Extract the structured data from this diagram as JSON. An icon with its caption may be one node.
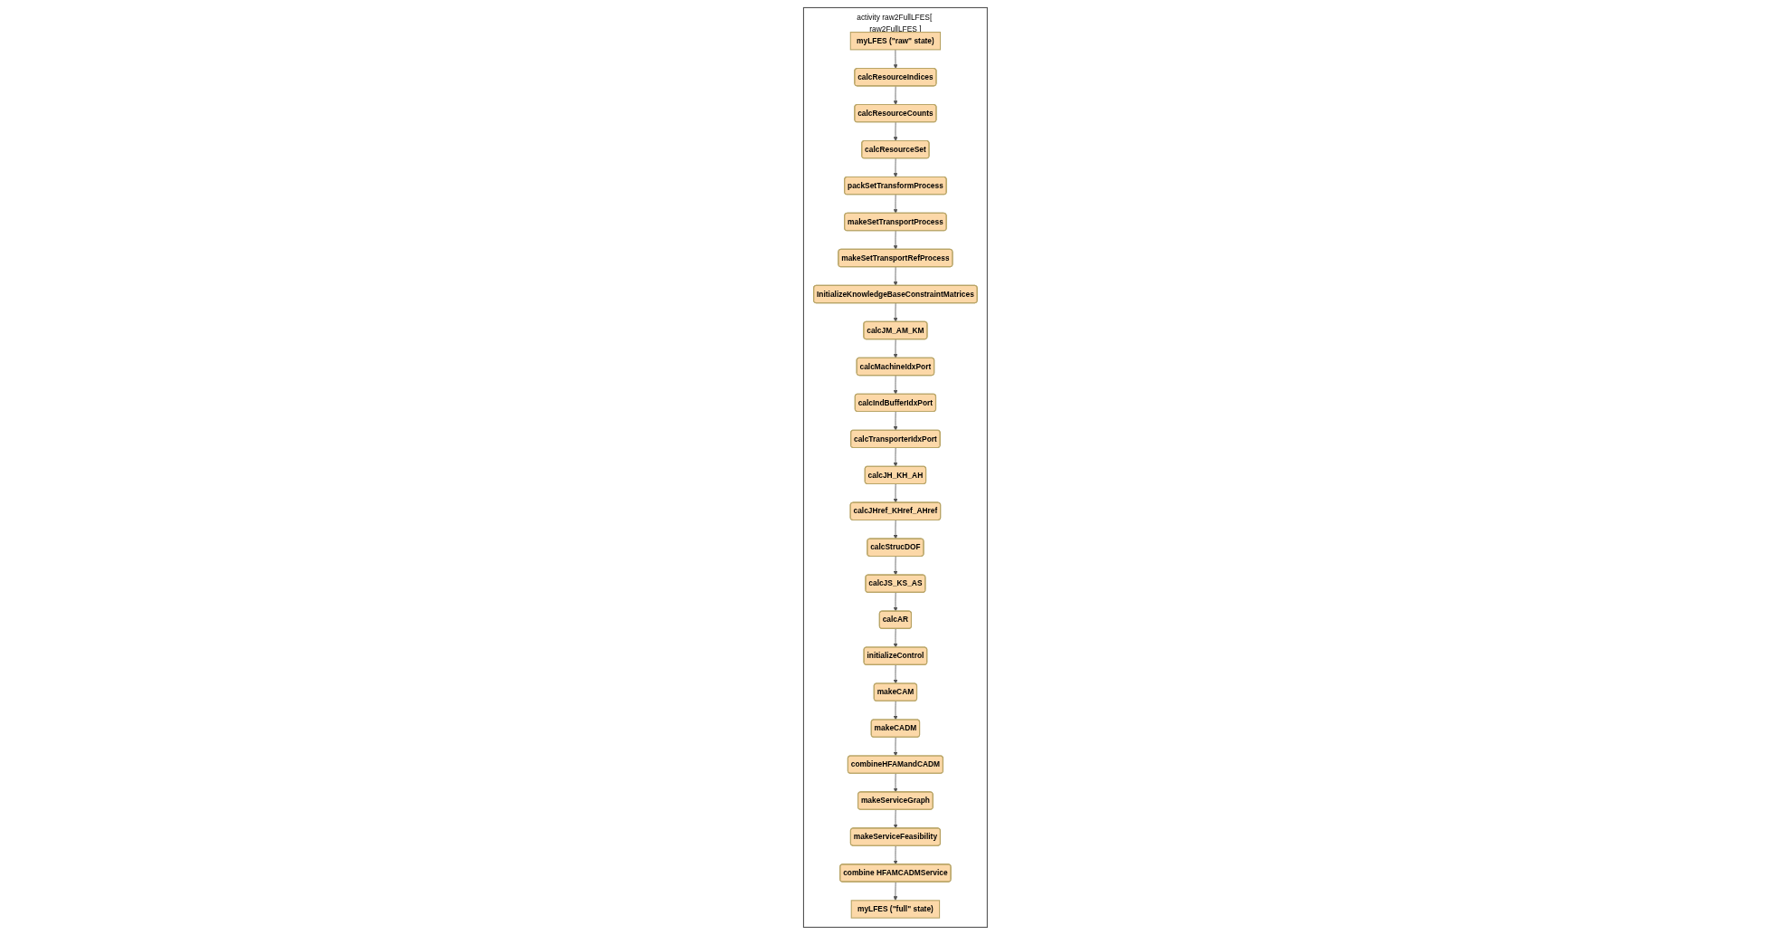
{
  "diagram": {
    "nodes": [
      {
        "text": [
          "activity raw2FullLFES[ raw2FullLFES ]"
        ]
      },
      {
        "text": [
          "myLFES (\"raw\" state)"
        ],
        "in": 0
      },
      {
        "text": [
          "calcResourceIndices"
        ],
        "in": 0
      },
      {
        "text": [
          "calcResourceCounts"
        ],
        "in": 0
      },
      {
        "text": [
          "calcResourceSet"
        ],
        "in": 0
      },
      {
        "text": [
          "packSetTransformProcess"
        ],
        "in": 0
      },
      {
        "text": [
          "makeSetTransportProcess"
        ],
        "in": 0
      },
      {
        "text": [
          "makeSetTransportRefProcess"
        ],
        "in": 0
      },
      {
        "text": [
          "InitializeKnowledgeBaseConstraintMatrices"
        ],
        "in": 0
      },
      {
        "text": [
          "calcJM_AM_KM"
        ],
        "in": 0
      },
      {
        "text": [
          "calcMachineIdxPort"
        ],
        "in": 0
      },
      {
        "text": [
          "calcIndBufferIdxPort"
        ],
        "in": 0
      },
      {
        "text": [
          "calcTransporterIdxPort"
        ],
        "in": 0
      },
      {
        "text": [
          "calcJH_KH_AH"
        ],
        "in": 0
      },
      {
        "text": [
          "calcJHref_KHref_AHref"
        ],
        "in": 0
      },
      {
        "text": [
          "calcStrucDOF"
        ],
        "in": 0
      },
      {
        "text": [
          "calcJS_KS_AS"
        ],
        "in": 0
      },
      {
        "text": [
          "calcAR"
        ],
        "in": 0
      },
      {
        "text": [
          "initializeControl"
        ],
        "in": 0
      },
      {
        "text": [
          "makeCAM"
        ],
        "in": 0
      },
      {
        "text": [
          "makeCADM"
        ],
        "in": 0
      },
      {
        "text": [
          "combineHFAMandCADM"
        ],
        "in": 0
      },
      {
        "text": [
          "makeServiceGraph"
        ],
        "in": 0
      },
      {
        "text": [
          "makeServiceFeasibility"
        ],
        "in": 0
      },
      {
        "text": [
          "combine HFAMCADMService"
        ],
        "in": 0
      },
      {
        "text": [
          "myLFES (\"full\" state)"
        ],
        "in": 0
      }
    ],
    "edges": [
      {
        "from": 1,
        "to": 2,
        "arrow": "to"
      },
      {
        "from": 2,
        "to": 3,
        "arrow": "to"
      },
      {
        "from": 3,
        "to": 4,
        "arrow": "to"
      },
      {
        "from": 4,
        "to": 5,
        "arrow": "to"
      },
      {
        "from": 5,
        "to": 6,
        "arrow": "to"
      },
      {
        "from": 6,
        "to": 7,
        "arrow": "to"
      },
      {
        "from": 7,
        "to": 8,
        "arrow": "to"
      },
      {
        "from": 8,
        "to": 9,
        "arrow": "to"
      },
      {
        "from": 9,
        "to": 10,
        "arrow": "to"
      },
      {
        "from": 10,
        "to": 11,
        "arrow": "to"
      },
      {
        "from": 11,
        "to": 12,
        "arrow": "to"
      },
      {
        "from": 12,
        "to": 13,
        "arrow": "to"
      },
      {
        "from": 13,
        "to": 14,
        "arrow": "to"
      },
      {
        "from": 14,
        "to": 15,
        "arrow": "to"
      },
      {
        "from": 15,
        "to": 16,
        "arrow": "to"
      },
      {
        "from": 16,
        "to": 17,
        "arrow": "to"
      },
      {
        "from": 17,
        "to": 18,
        "arrow": "to"
      },
      {
        "from": 18,
        "to": 19,
        "arrow": "to"
      },
      {
        "from": 19,
        "to": 20,
        "arrow": "to"
      },
      {
        "from": 20,
        "to": 21,
        "arrow": "to"
      },
      {
        "from": 21,
        "to": 22,
        "arrow": "to"
      },
      {
        "from": 22,
        "to": 23,
        "arrow": "to"
      },
      {
        "from": 23,
        "to": 24,
        "arrow": "to"
      },
      {
        "from": 24,
        "to": 25,
        "arrow": "to"
      }
    ]
  }
}
